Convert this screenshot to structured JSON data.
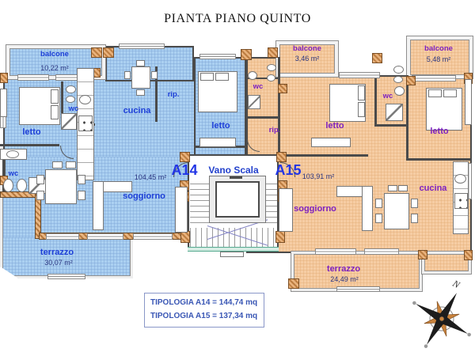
{
  "title": "PIANTA PIANO QUINTO",
  "apartment_a14": {
    "id": "A14",
    "total_area": "104,45 m²",
    "balcone": {
      "label": "balcone",
      "area": "10,22 m²"
    },
    "terrazzo": {
      "label": "terrazzo",
      "area": "30,07 m²"
    },
    "letto1": "letto",
    "letto2": "letto",
    "wc1": "wc",
    "wc2": "wc",
    "cucina": "cucina",
    "rip": "rip.",
    "soggiorno": "soggiorno"
  },
  "apartment_a15": {
    "id": "A15",
    "total_area": "103,91 m²",
    "balcone1": {
      "label": "balcone",
      "area": "3,46 m²"
    },
    "balcone2": {
      "label": "balcone",
      "area": "5,48 m²"
    },
    "terrazzo": {
      "label": "terrazzo",
      "area": "24,49 m²"
    },
    "letto1": "letto",
    "letto2": "letto",
    "wc1": "wc",
    "wc2": "wc",
    "cucina": "cucina",
    "rip": "rip.",
    "soggiorno": "soggiorno"
  },
  "stairwell": {
    "label": "Vano Scala"
  },
  "legend": {
    "line1": "TIPOLOGIA A14 = 144,74 mq",
    "line2": "TIPOLOGIA A15 = 137,34 mq"
  },
  "compass": {
    "north": "N"
  },
  "colors": {
    "a14_fill": "#abd0f1",
    "a15_fill": "#f6cda4",
    "a14_label": "#1e40d8",
    "a15_label": "#7e22c0",
    "area_label": "#2a3580",
    "id_label": "#2235e5",
    "legend_text": "#3a57b5",
    "wall": "#4b4b4b",
    "column": "#d89a5c"
  }
}
